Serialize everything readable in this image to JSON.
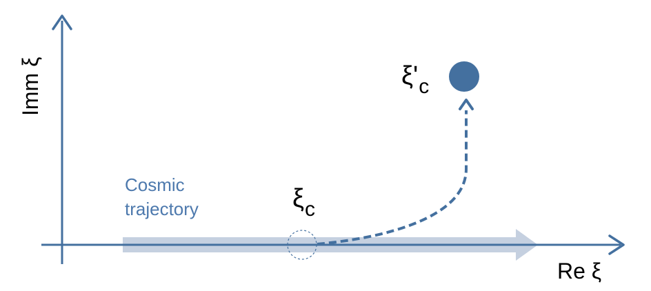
{
  "axes": {
    "x_label": "Re ξ",
    "y_label": "Imm ξ"
  },
  "trajectory_label": {
    "line1": "Cosmic",
    "line2": "trajectory"
  },
  "points": {
    "xi_c": {
      "base": "ξ",
      "subscript": "c"
    },
    "xi_c_prime": {
      "base": "ξ'",
      "subscript": "c"
    }
  },
  "colors": {
    "axis": "#44709f",
    "band": "#c5d0e0",
    "label_blue": "#4d79ad",
    "dot": "#44709f",
    "text": "#000000"
  },
  "icons": {
    "x_axis_arrowhead": "arrow-right-icon",
    "y_axis_arrowhead": "arrow-up-icon",
    "path_arrowhead": "arrow-up-icon"
  }
}
